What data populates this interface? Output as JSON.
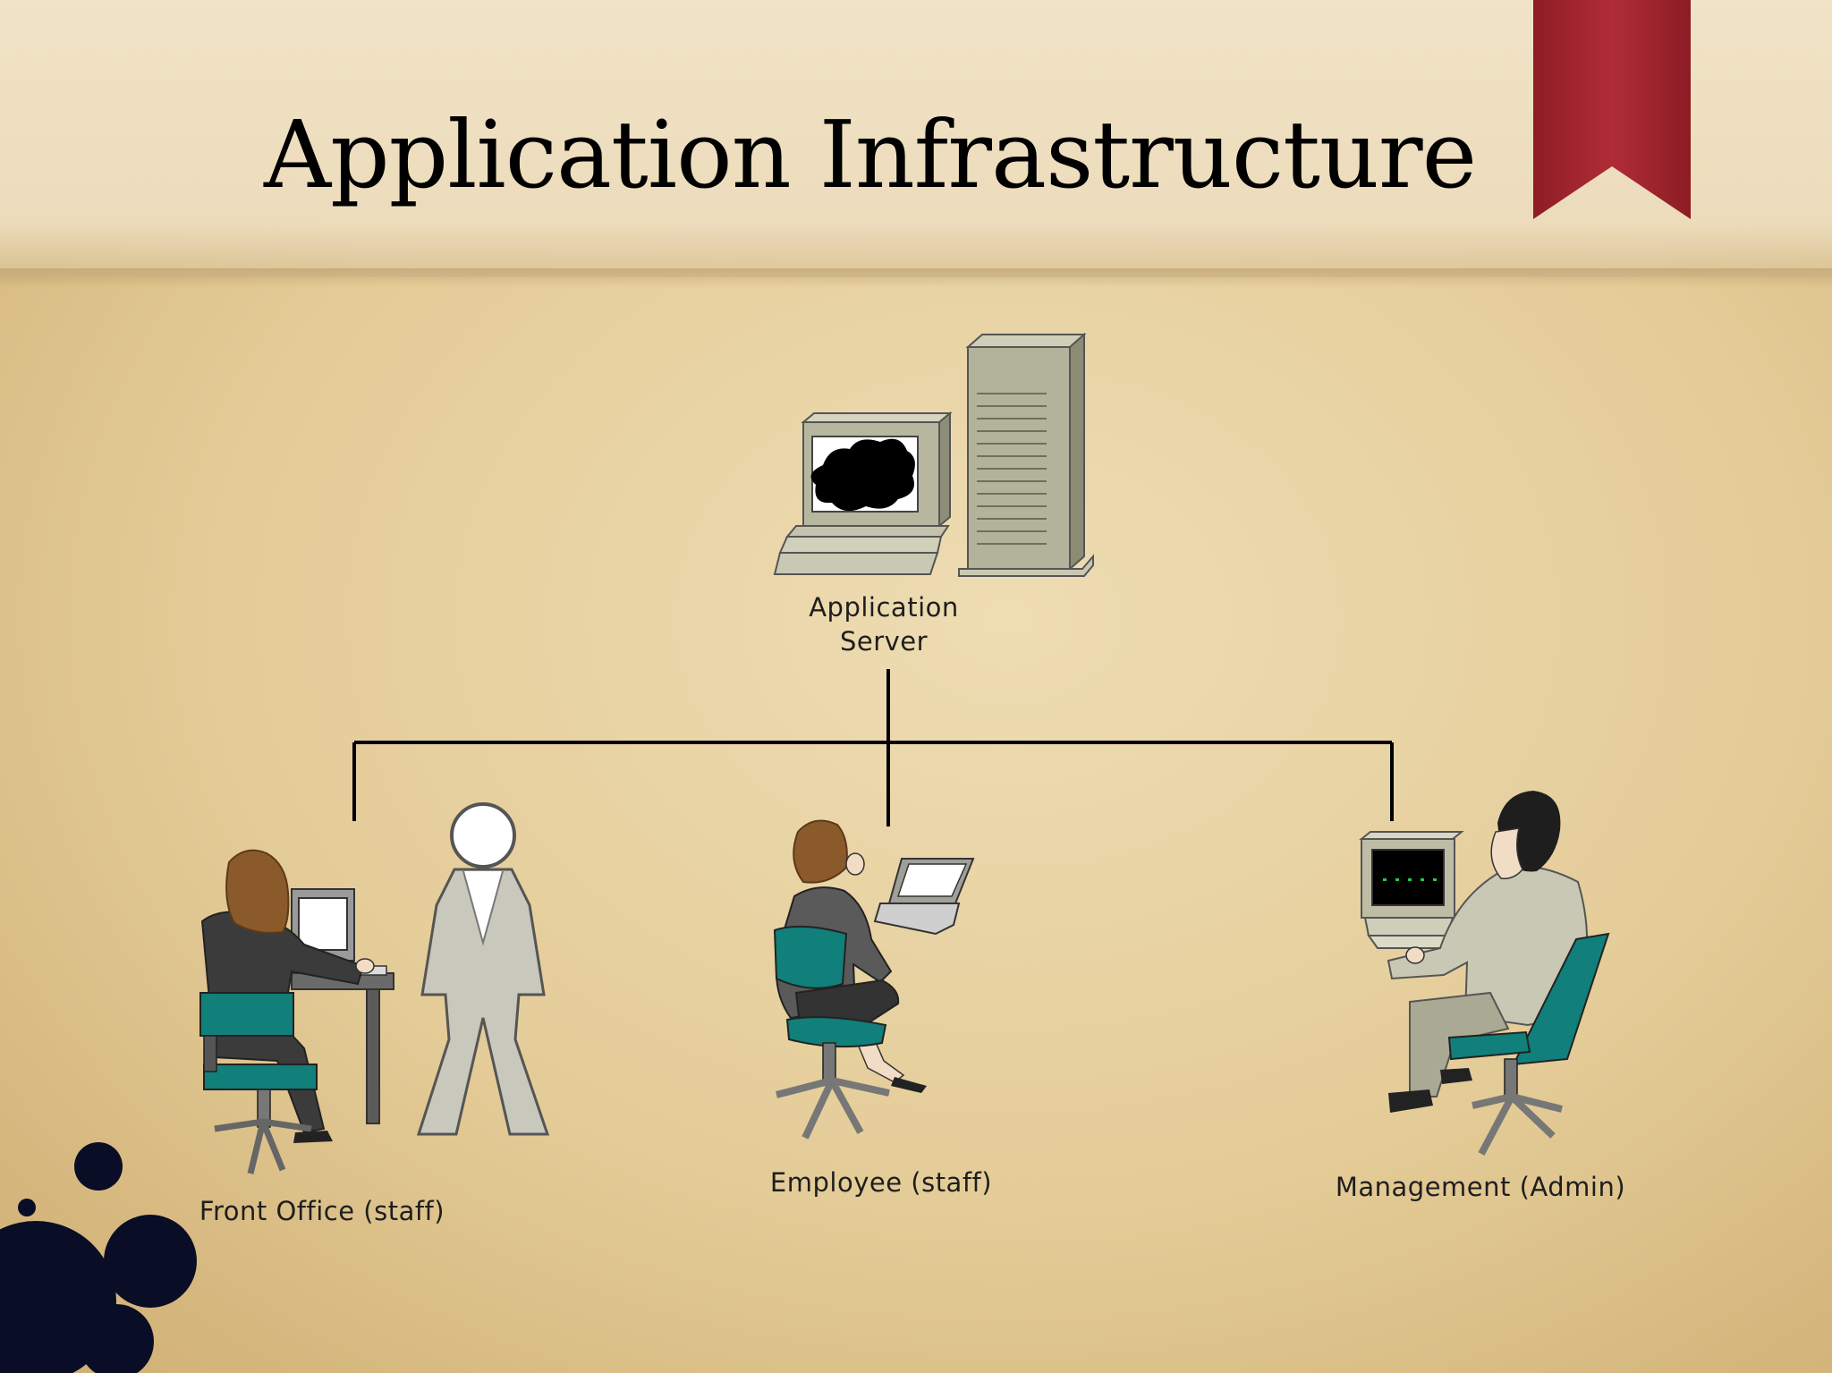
{
  "slide": {
    "title": "Application Infrastructure"
  },
  "nodes": {
    "server": {
      "label_line1": "Application",
      "label_line2": "Server"
    },
    "front_office": {
      "label": "Front Office (staff)"
    },
    "employee": {
      "label": "Employee (staff)"
    },
    "management": {
      "label": "Management (Admin)"
    }
  },
  "colors": {
    "bookmark": "#a8262f",
    "chair": "#117f7a",
    "device": "#b9b9a3",
    "connector": "#000000"
  },
  "icons": [
    "server-icon",
    "workstation-icon",
    "person-icon",
    "laptop-icon",
    "crt-monitor-icon",
    "bookmark-ribbon",
    "ink-splatter"
  ]
}
